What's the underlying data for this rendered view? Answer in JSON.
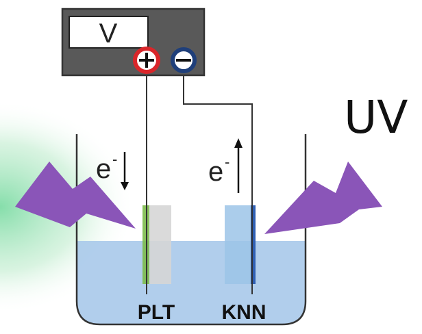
{
  "meter": {
    "label": "V"
  },
  "light": {
    "label": "UV"
  },
  "electrons": {
    "left": {
      "symbol": "e",
      "charge": "-"
    },
    "right": {
      "symbol": "e",
      "charge": "-"
    }
  },
  "electrodes": {
    "left": "PLT",
    "right": "KNN"
  },
  "colors": {
    "meter_body": "#595959",
    "positive_terminal": "#d9262a",
    "negative_terminal": "#1f3f7a",
    "electrolyte": "#a9c9ea",
    "uv_bolt": "#8a55b8",
    "plt_strip": "#7dbb4d",
    "knn_strip": "#2f5fb3",
    "background_glow": "#8ee0ae"
  }
}
